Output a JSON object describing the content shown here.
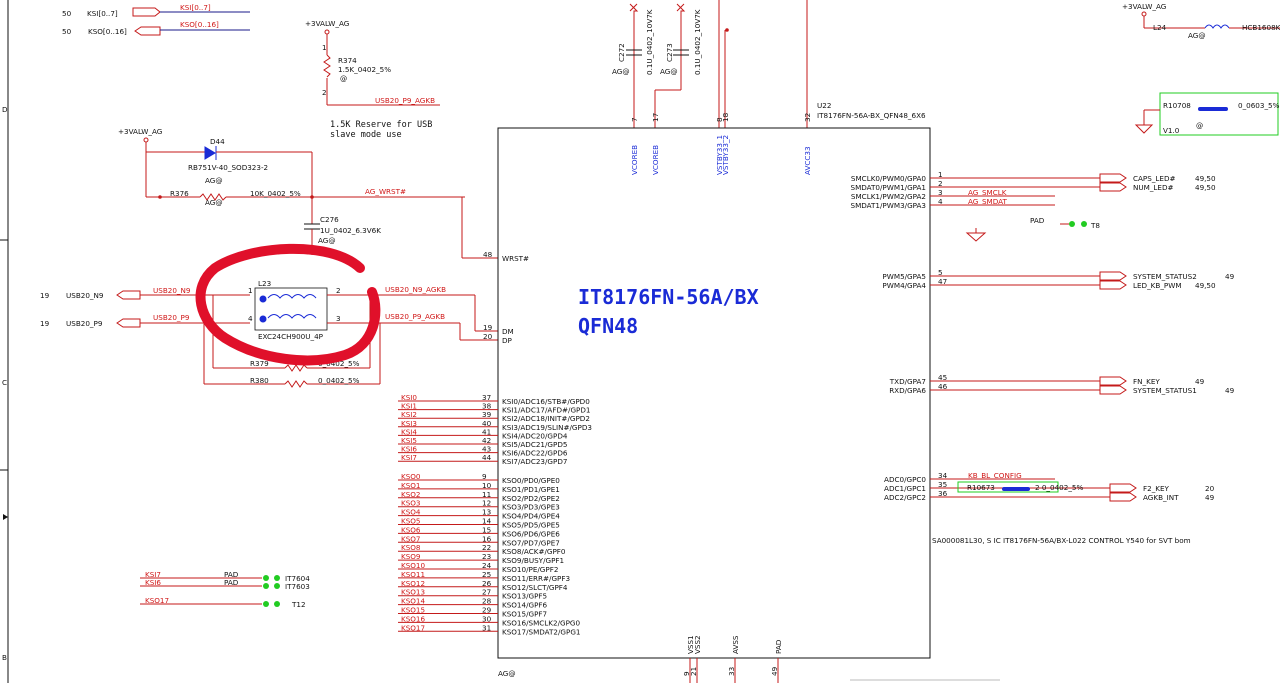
{
  "chip": {
    "ref": "U22",
    "part": "IT8176FN-56A-BX_QFN48_6X6",
    "title_line1": "IT8176FN-56A/BX",
    "title_line2": "QFN48",
    "bom_note": "SA000081L30, S IC IT8176FN-56A/BX-L022 CONTROL Y540 for SVT bom"
  },
  "top_pins": [
    {
      "name": "VCOREB",
      "num": "7"
    },
    {
      "name": "VCOREB",
      "num": "17"
    },
    {
      "name": "VSTBY33_1",
      "num": "8"
    },
    {
      "name": "VSTBY33_2",
      "num": "18"
    },
    {
      "name": "AVCC33",
      "num": "32"
    }
  ],
  "bottom_pins": [
    {
      "name": "VSS1",
      "num": "9"
    },
    {
      "name": "VSS2",
      "num": "21"
    },
    {
      "name": "AVSS",
      "num": "33"
    },
    {
      "name": "PAD",
      "num": "49"
    }
  ],
  "left_pins": [
    {
      "num": "48",
      "name": "WRST#"
    },
    {
      "num": "19",
      "name": "DM"
    },
    {
      "num": "20",
      "name": "DP"
    }
  ],
  "ksi_pins": [
    {
      "net": "KSI0",
      "num": "37",
      "name": "KSI0/ADC16/STB#/GPD0"
    },
    {
      "net": "KSI1",
      "num": "38",
      "name": "KSI1/ADC17/AFD#/GPD1"
    },
    {
      "net": "KSI2",
      "num": "39",
      "name": "KSI2/ADC18/INIT#/GPD2"
    },
    {
      "net": "KSI3",
      "num": "40",
      "name": "KSI3/ADC19/SLIN#/GPD3"
    },
    {
      "net": "KSI4",
      "num": "41",
      "name": "KSI4/ADC20/GPD4"
    },
    {
      "net": "KSI5",
      "num": "42",
      "name": "KSI5/ADC21/GPD5"
    },
    {
      "net": "KSI6",
      "num": "43",
      "name": "KSI6/ADC22/GPD6"
    },
    {
      "net": "KSI7",
      "num": "44",
      "name": "KSI7/ADC23/GPD7"
    }
  ],
  "kso_pins": [
    {
      "net": "KSO0",
      "num": "9",
      "name": "KSO0/PD0/GPE0"
    },
    {
      "net": "KSO1",
      "num": "10",
      "name": "KSO1/PD1/GPE1"
    },
    {
      "net": "KSO2",
      "num": "11",
      "name": "KSO2/PD2/GPE2"
    },
    {
      "net": "KSO3",
      "num": "12",
      "name": "KSO3/PD3/GPE3"
    },
    {
      "net": "KSO4",
      "num": "13",
      "name": "KSO4/PD4/GPE4"
    },
    {
      "net": "KSO5",
      "num": "14",
      "name": "KSO5/PD5/GPE5"
    },
    {
      "net": "KSO6",
      "num": "15",
      "name": "KSO6/PD6/GPE6"
    },
    {
      "net": "KSO7",
      "num": "16",
      "name": "KSO7/PD7/GPE7"
    },
    {
      "net": "KSO8",
      "num": "22",
      "name": "KSO8/ACK#/GPF0"
    },
    {
      "net": "KSO9",
      "num": "23",
      "name": "KSO9/BUSY/GPF1"
    },
    {
      "net": "KSO10",
      "num": "24",
      "name": "KSO10/PE/GPF2"
    },
    {
      "net": "KSO11",
      "num": "25",
      "name": "KSO11/ERR#/GPF3"
    },
    {
      "net": "KSO12",
      "num": "26",
      "name": "KSO12/SLCT/GPF4"
    },
    {
      "net": "KSO13",
      "num": "27",
      "name": "KSO13/GPF5"
    },
    {
      "net": "KSO14",
      "num": "28",
      "name": "KSO14/GPF6"
    },
    {
      "net": "KSO15",
      "num": "29",
      "name": "KSO15/GPF7"
    },
    {
      "net": "KSO16",
      "num": "30",
      "name": "KSO16/SMCLK2/GPG0"
    },
    {
      "net": "KSO17",
      "num": "31",
      "name": "KSO17/SMDAT2/GPG1"
    }
  ],
  "right_pins": [
    {
      "num": "1",
      "name": "SMCLK0/PWM0/GPA0",
      "net": "",
      "dest": "CAPS_LED#",
      "page": "49,50"
    },
    {
      "num": "2",
      "name": "SMDAT0/PWM1/GPA1",
      "net": "",
      "dest": "NUM_LED#",
      "page": "49,50"
    },
    {
      "num": "3",
      "name": "SMCLK1/PWM2/GPA2",
      "net": "AG_SMCLK",
      "dest": "",
      "page": ""
    },
    {
      "num": "4",
      "name": "SMDAT1/PWM3/GPA3",
      "net": "AG_SMDAT",
      "dest": "",
      "page": ""
    },
    {
      "num": "5",
      "name": "PWM5/GPA5",
      "net": "",
      "dest": "SYSTEM_STATUS2",
      "page": "49"
    },
    {
      "num": "47",
      "name": "PWM4/GPA4",
      "net": "",
      "dest": "LED_KB_PWM",
      "page": "49,50"
    },
    {
      "num": "45",
      "name": "TXD/GPA7",
      "net": "",
      "dest": "FN_KEY",
      "page": "49"
    },
    {
      "num": "46",
      "name": "RXD/GPA6",
      "net": "",
      "dest": "SYSTEM_STATUS1",
      "page": "49"
    },
    {
      "num": "34",
      "name": "ADC0/GPC0",
      "net": "KB_BL_CONFIG",
      "dest": "",
      "page": ""
    },
    {
      "num": "35",
      "name": "ADC1/GPC1",
      "net": "",
      "dest": "F2_KEY",
      "page": "20"
    },
    {
      "num": "36",
      "name": "ADC2/GPC2",
      "net": "",
      "dest": "AGKB_INT",
      "page": "49"
    }
  ],
  "offpage": {
    "ksi_bus": {
      "page": "50",
      "label": "KSI[0..7]",
      "net": "KSI[0..7]"
    },
    "kso_bus": {
      "page": "50",
      "label": "KSO[0..16]",
      "net": "KSO[0..16]"
    },
    "usb_n": {
      "page": "19",
      "label": "USB20_N9",
      "net": "USB20_N9"
    },
    "usb_p": {
      "page": "19",
      "label": "USB20_P9",
      "net": "USB20_P9"
    }
  },
  "nets": {
    "usb_n_agkb": "USB20_N9_AGKB",
    "usb_p_agkb": "USB20_P9_AGKB",
    "usb_p_agkb_top": "USB20_P9_AGKB",
    "ag_wrst": "AG_WRST#"
  },
  "power": {
    "p1": "+3VALW_AG",
    "p2": "+3VALW_AG",
    "p3": "+3VALW_AG",
    "ag_at": "AG@"
  },
  "parts": {
    "r374_ref": "R374",
    "r374_val": "1.5K_0402_5%",
    "reserve_note1": "1.5K Reserve for USB",
    "reserve_note2": "slave mode use",
    "d44_ref": "D44",
    "d44_val": "RB751V-40_SOD323-2",
    "r376_ref": "R376",
    "r376_val": "10K_0402_5%",
    "c276_ref": "C276",
    "c276_val": "1U_0402_6.3V6K",
    "l23_ref": "L23",
    "l23_val": "EXC24CH900U_4P",
    "r379_ref": "R379",
    "r379_val": "0_0402_5%",
    "r380_ref": "R380",
    "r380_val": "0_0402_5%",
    "c272_ref": "C272",
    "c272_val": "0.1U_0402_10V7K",
    "c273_ref": "C273",
    "c273_val": "0.1U_0402_10V7K",
    "l24_ref": "L24",
    "l24_val": "HCB1608K",
    "r1070_ref": "R10708",
    "r1070_val": "0_0603_5%",
    "r1067_ref": "R10673",
    "r1067_val": "0_0402_5%",
    "v10": "V1.0",
    "pad_t8": "PAD",
    "t8": "T8"
  },
  "testpoints": [
    {
      "net": "KSI7",
      "pad": "PAD",
      "ref": "IT7604"
    },
    {
      "net": "KSI6",
      "pad": "PAD",
      "ref": "IT7603"
    },
    {
      "net": "KSO17",
      "pad": "",
      "ref": "T12"
    }
  ],
  "border": {
    "d": "D",
    "c": "C",
    "b": "B"
  },
  "colors": {
    "wire": "#c41a1a",
    "title": "#1a2bd6",
    "annotation": "#e0102a",
    "bus": "#1a1aa0",
    "testpoint": "#22cc22"
  }
}
